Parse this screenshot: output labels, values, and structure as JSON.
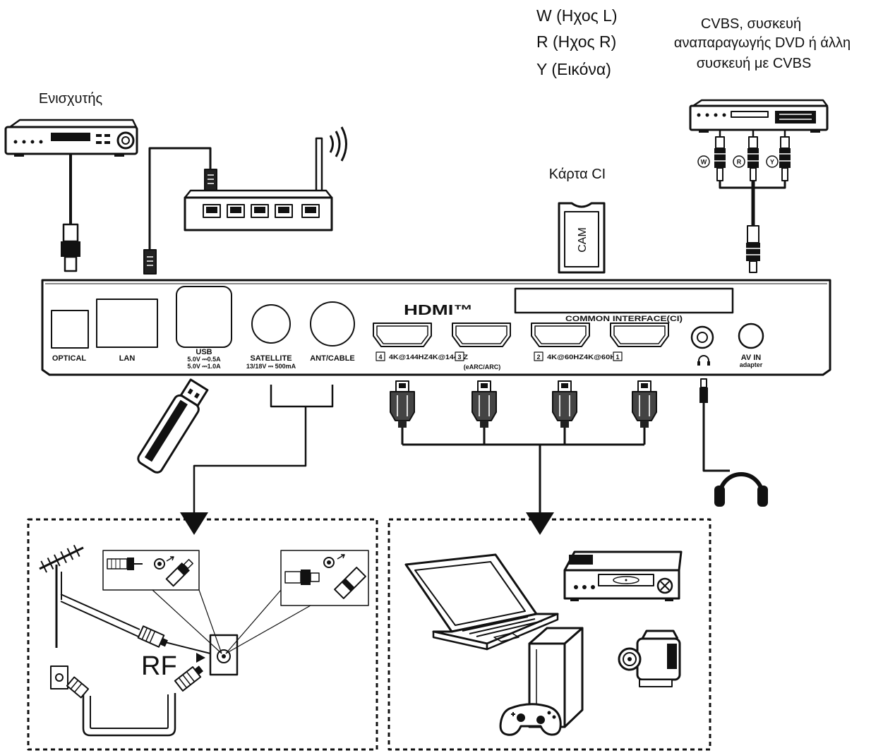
{
  "diagram": {
    "audio_left": "W (Ηχος L)",
    "audio_right": "R (Ηχος R)",
    "video": "Y (Εικόνα)",
    "cvbs_desc": [
      "CVBS, συσκευή",
      "αναπαραγωγής DVD ή άλλη",
      "συσκευή με CVBS"
    ],
    "amplifier": "Ενισχυτής",
    "ci_card": "Κάρτα CI",
    "cam": "CAM",
    "rca_w": "W",
    "rca_r": "R",
    "rca_y": "Y",
    "rf": "RF"
  },
  "panel": {
    "optical": "OPTICAL",
    "lan": "LAN",
    "usb": "USB",
    "usb_spec_1": "5.0V ⎓0.5A",
    "usb_spec_2": "5.0V ⎓1.0A",
    "satellite": "SATELLITE",
    "satellite_spec": "13/18V ⎓ 500mA",
    "ant_cable": "ANT/CABLE",
    "hdmi_logo": "HDMI™",
    "common_interface": "COMMON INTERFACE(CI)",
    "hdmi_ports": [
      {
        "number": "4",
        "spec": "4K@144HZ4K@144HZ"
      },
      {
        "number": "3",
        "note": "(eARC/ARC)"
      },
      {
        "number": "2",
        "spec": "4K@60HZ4K@60HZ"
      },
      {
        "number": "1"
      }
    ],
    "av_in": "AV IN",
    "av_in_sub": "adapter"
  },
  "colors": {
    "line": "#111111",
    "background": "#ffffff"
  }
}
